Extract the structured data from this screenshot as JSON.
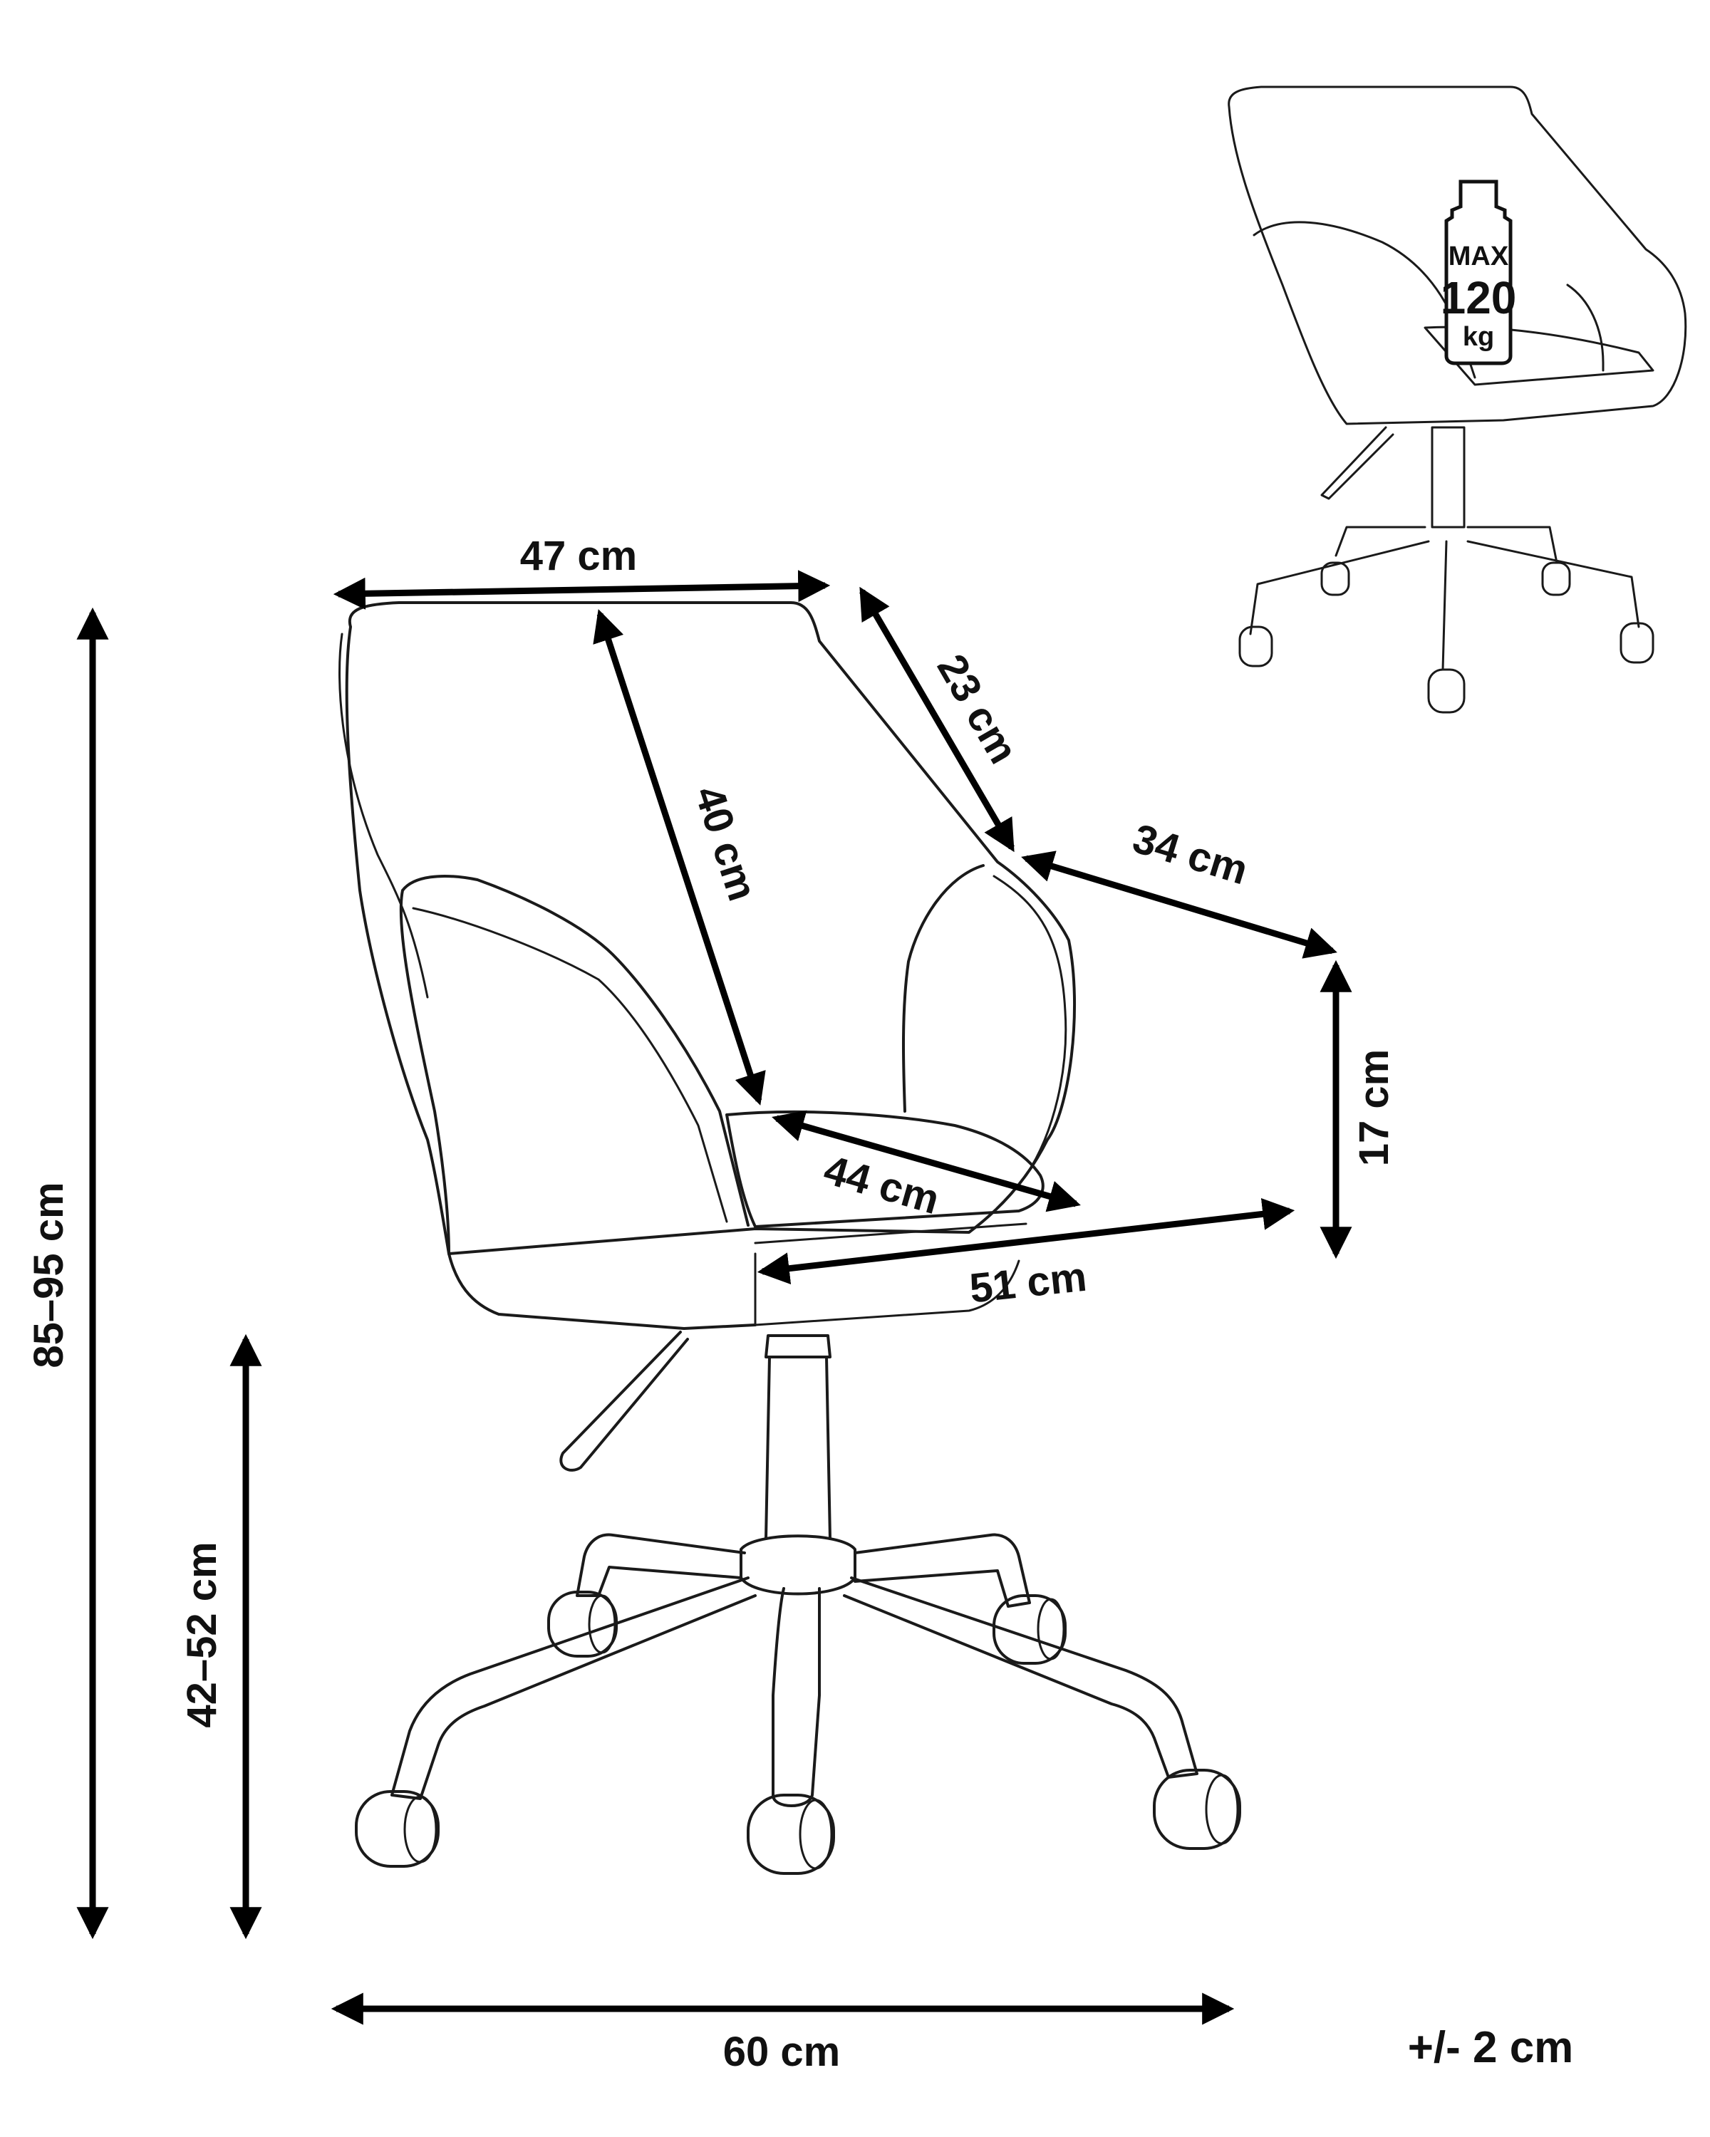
{
  "diagram": {
    "dimensions": {
      "backrest_width": "47 cm",
      "backrest_side": "23 cm",
      "backrest_height": "40 cm",
      "armrest_depth": "34 cm",
      "armrest_height": "17 cm",
      "seat_depth": "44 cm",
      "seat_width": "51 cm",
      "total_height": "85–95 cm",
      "seat_height": "42–52 cm",
      "base_width": "60 cm"
    },
    "tolerance": "+/- 2 cm",
    "max_load": {
      "label": "MAX",
      "value": "120",
      "unit": "kg"
    }
  }
}
